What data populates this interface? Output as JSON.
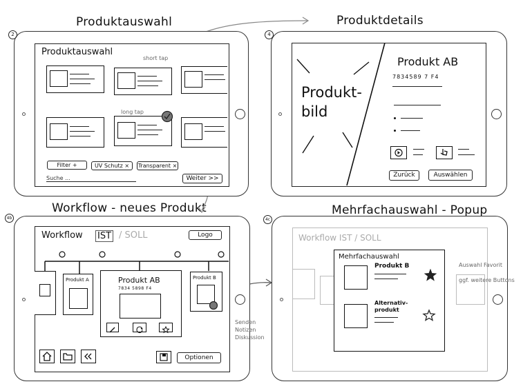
{
  "panels": {
    "p1": {
      "heading": "Produktauswahl",
      "number": "2",
      "screen_title": "Produktauswahl",
      "gesture_short": "short tap",
      "gesture_long": "long tap",
      "filters": [
        "Filter +",
        "UV Schutz ×",
        "Transparent ×"
      ],
      "search_placeholder": "Suche ...",
      "next_button": "Weiter >>"
    },
    "p2": {
      "heading": "Produktdetails",
      "number": "4",
      "image_label_line1": "Produkt-",
      "image_label_line2": "bild",
      "product_name": "Produkt AB",
      "product_code": "7834589 7 F4",
      "back_button": "Zurück",
      "select_button": "Auswählen"
    },
    "p3": {
      "heading": "Workflow - neues Produkt",
      "number": "4b",
      "screen_title": "Workflow",
      "mode_ist": "IST",
      "mode_soll": "/ SOLL",
      "logo": "Logo",
      "product_a": "Produkt A",
      "product_center": "Produkt AB",
      "product_center_code": "7834 5898 F4",
      "product_b": "Produkt B",
      "options_button": "Optionen",
      "options_menu": [
        "Senden",
        "Notizen",
        "Diskussion"
      ]
    },
    "p4": {
      "heading": "Mehrfachauswahl - Popup",
      "number": "4c",
      "bg_title": "Workflow IST / SOLL",
      "popup_title": "Mehrfachauswahl",
      "item1": "Produkt B",
      "item2_line1": "Alternativ-",
      "item2_line2": "produkt",
      "note1": "Auswahl Favorit",
      "note2": "ggf. weitere Buttons"
    }
  },
  "colors": {
    "ink": "#111111",
    "tablet": "#333333",
    "faint": "#aaaaaa",
    "arrow": "#888888",
    "star": "#222222"
  }
}
